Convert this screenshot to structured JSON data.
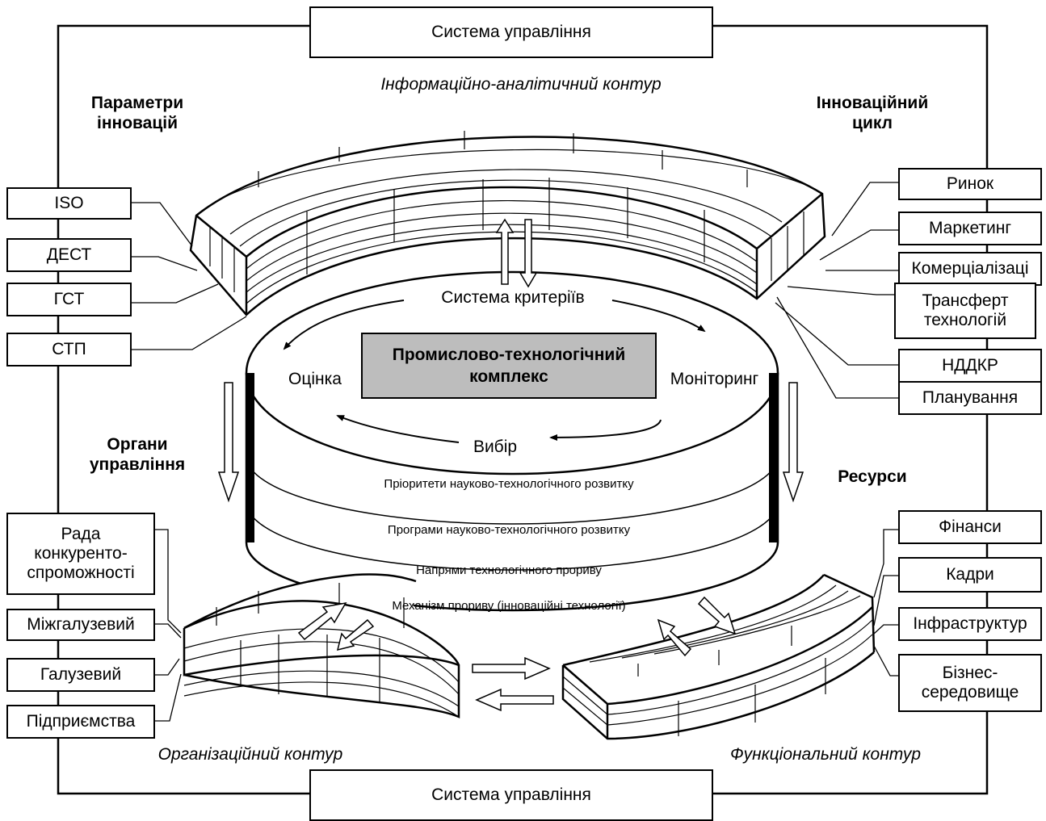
{
  "system_top": "Система управління",
  "system_bottom": "Система управління",
  "info_contour": "Інформаційно-аналітичний контур",
  "org_contour": "Організаційний контур",
  "func_contour": "Функціональний контур",
  "params_title": "Параметри\nінновацій",
  "cycle_title": "Інноваційний\nцикл",
  "organs_title": "Органи\nуправління",
  "resources_title": "Ресурси",
  "left_top_items": [
    "ISO",
    "ДЕСТ",
    "ГСТ",
    "СТП"
  ],
  "right_top_items": [
    "Ринок",
    "Маркетинг",
    "Комерціалізаці",
    "Трансферт\nтехнологій",
    "НДДКР",
    "Планування"
  ],
  "left_bottom_items": [
    "Рада\nконкуренто-\nспроможності",
    "Міжгалузевий",
    "Галузевий",
    "Підприємства"
  ],
  "right_bottom_items": [
    "Фінанси",
    "Кадри",
    "Інфраструктур",
    "Бізнес-\nсередовище"
  ],
  "criteria": "Система критеріїв",
  "evaluation": "Оцінка",
  "monitoring": "Моніторинг",
  "choice": "Вибір",
  "center": "Промислово-технологічний\nкомплекс",
  "levels": [
    "Пріоритети науково-технологічного розвитку",
    "Програми науково-технологічного розвитку",
    "Напрями технологічного прориву",
    "Механізм прориву (інноваційні технології)"
  ]
}
